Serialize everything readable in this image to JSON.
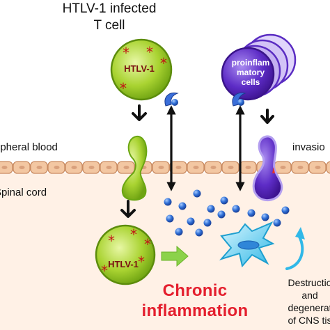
{
  "labels": {
    "infected_line1": "HTLV-1 infected",
    "infected_line2": "T cell",
    "peripheral_blood": "ripheral blood",
    "spinal_cord": "Spinal cord",
    "invasion": "invasio",
    "htlv_top": "HTLV-1",
    "htlv_bottom": "HTLV-1",
    "proinf_line1": "proinflam",
    "proinf_line2": "matory",
    "proinf_line3": "cells",
    "chronic_line1": "Chronic",
    "chronic_line2": "inflammation",
    "dest_line1": "Destructio",
    "dest_line2": "and",
    "dest_line3": "degenerat",
    "dest_line4": "of CNS tis"
  },
  "colors": {
    "infected_cell": "#9ccc1a",
    "proinflammatory_cell": "#6a32c9",
    "neuron": "#27c1e8",
    "cytokine": "#2f6fd6",
    "barrier": "#f3c7a2",
    "tissue_bg": "#fff1e6",
    "chronic_text": "#e41e2d",
    "arrow_green": "#8bd24a"
  }
}
